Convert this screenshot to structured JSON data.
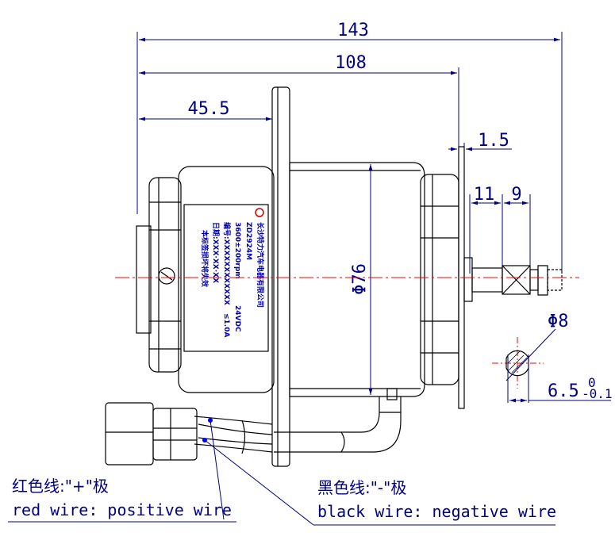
{
  "dimensions": {
    "overall_length": "143",
    "body_length": "108",
    "front_length": "45.5",
    "flange_thickness": "1.5",
    "shaft_segment_a": "11",
    "shaft_segment_b": "9",
    "body_diameter": "Φ76",
    "shaft_diameter": "Φ8",
    "flat_width": "6.5",
    "flat_tol_upper": "0",
    "flat_tol_lower": "-0.1"
  },
  "nameplate": {
    "line1": "长沙特力汽车电器有限公司",
    "line2": "ZD2924M",
    "line3a": "3600±200rpm",
    "line3b": "24VDC",
    "line4a": "编号:XXXXXXXXXXXX",
    "line4b": "≤1.0A",
    "line5": "日期:XXX·XX·XX",
    "line6": "本标签损坏将失效"
  },
  "notes": {
    "red_cn": "红色线:\"+\"极",
    "red_en": "red wire: positive wire",
    "black_cn": "黑色线:\"-\"极",
    "black_en": "black wire: negative wire"
  },
  "colors": {
    "outline": "#000000",
    "dimension": "#000080",
    "centerline": "#ff0000",
    "label_text": "#0000aa"
  }
}
